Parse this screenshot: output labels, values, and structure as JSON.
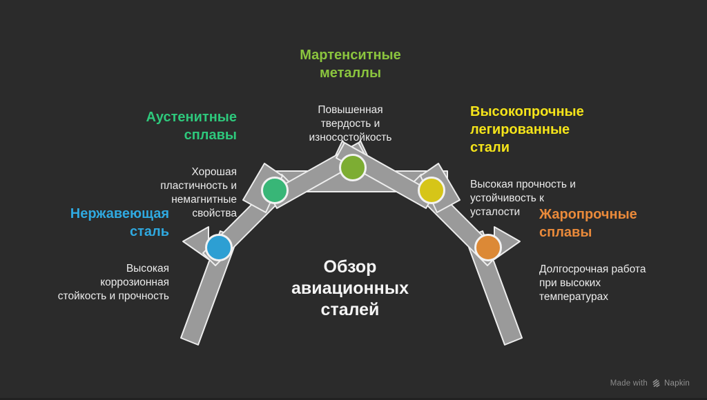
{
  "background": "#2b2b2b",
  "center_title": "Обзор\nавиационных\nсталей",
  "arch": {
    "ribbon_fill": "#9a9a9a",
    "ribbon_stroke": "#ededed"
  },
  "items": [
    {
      "id": "stainless-steel",
      "title": "Нержавеющая\nсталь",
      "description": "Высокая\nкоррозионная\nстойкость и прочность",
      "title_color": "#2fa9e0",
      "dot_color": "#2d9fd3"
    },
    {
      "id": "austenitic-alloys",
      "title": "Аустенитные\nсплавы",
      "description": "Хорошая\nпластичность и\nнемагнитные\nсвойства",
      "title_color": "#2ec87c",
      "dot_color": "#38b677"
    },
    {
      "id": "martensitic-metals",
      "title": "Мартенситные\nметаллы",
      "description": "Повышенная\nтвердость и\nизносостойкость",
      "title_color": "#8bc53e",
      "dot_color": "#7dad33"
    },
    {
      "id": "high-strength-alloy-steels",
      "title": "Высокопрочные\nлегированные\nстали",
      "description": "Высокая прочность и\nустойчивость к\nусталости",
      "title_color": "#f5e41a",
      "dot_color": "#d6c518"
    },
    {
      "id": "heat-resistant-alloys",
      "title": "Жаропрочные\nсплавы",
      "description": "Долгосрочная работа\nпри высоких\nтемпературах",
      "title_color": "#ea8a3a",
      "dot_color": "#dc8936"
    }
  ],
  "watermark": {
    "prefix": "Made with",
    "brand": "Napkin"
  }
}
